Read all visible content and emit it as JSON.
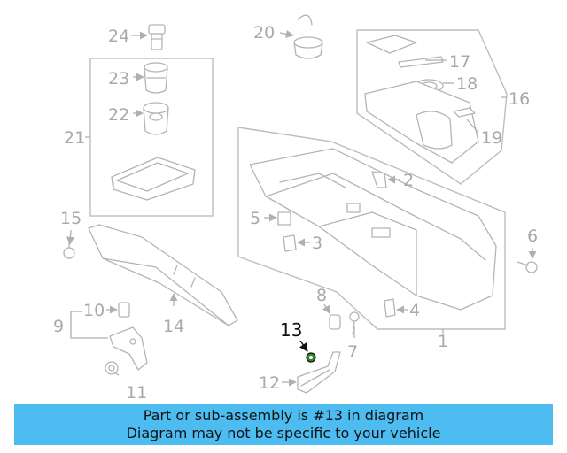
{
  "callouts": {
    "c1": "1",
    "c2": "2",
    "c3": "3",
    "c4": "4",
    "c5": "5",
    "c6": "6",
    "c7": "7",
    "c8": "8",
    "c9": "9",
    "c10": "10",
    "c11": "11",
    "c12": "12",
    "c13": "13",
    "c14": "14",
    "c15": "15",
    "c16": "16",
    "c17": "17",
    "c18": "18",
    "c19": "19",
    "c20": "20",
    "c21": "21",
    "c22": "22",
    "c23": "23",
    "c24": "24"
  },
  "highlighted_part": "13",
  "colors": {
    "banner": "#4dbcf0",
    "highlight": "#2f8a2f",
    "line": "#b4b4b4"
  },
  "banner": {
    "line1": "Part or sub-assembly is #13 in diagram",
    "line2": "Diagram may not be specific to your vehicle"
  }
}
